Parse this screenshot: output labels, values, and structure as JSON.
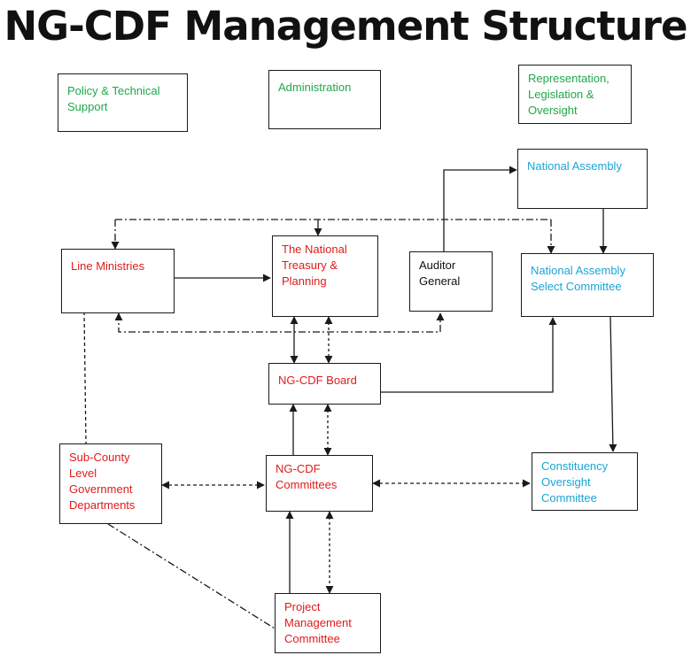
{
  "title": "NG-CDF Management Structure",
  "colors": {
    "category": "#1fa84a",
    "government": "#e01b1b",
    "parliament": "#1aa6d6",
    "neutral": "#111111",
    "stroke": "#1a1a1a"
  },
  "nodes": {
    "policy_support": {
      "lines": [
        "Policy & Technical",
        "Support"
      ]
    },
    "administration": {
      "lines": [
        "Administration"
      ]
    },
    "representation": {
      "lines": [
        "Representation,",
        "Legislation &",
        "Oversight"
      ]
    },
    "national_assembly": {
      "lines": [
        "National Assembly"
      ]
    },
    "line_ministries": {
      "lines": [
        "Line Ministries"
      ]
    },
    "treasury": {
      "lines": [
        "The National",
        "Treasury &",
        "Planning"
      ]
    },
    "auditor_general": {
      "lines": [
        "Auditor",
        "General"
      ]
    },
    "select_committee": {
      "lines": [
        "National Assembly",
        "Select Committee"
      ]
    },
    "board": {
      "lines": [
        "NG-CDF Board"
      ]
    },
    "sub_county": {
      "lines": [
        "Sub-County",
        "Level",
        "Government",
        "Departments"
      ]
    },
    "committees": {
      "lines": [
        "NG-CDF",
        "Committees"
      ]
    },
    "oversight_committee": {
      "lines": [
        "Constituency",
        "Oversight",
        "Committee"
      ]
    },
    "project_committee": {
      "lines": [
        "Project",
        "Management",
        "Committee"
      ]
    }
  }
}
